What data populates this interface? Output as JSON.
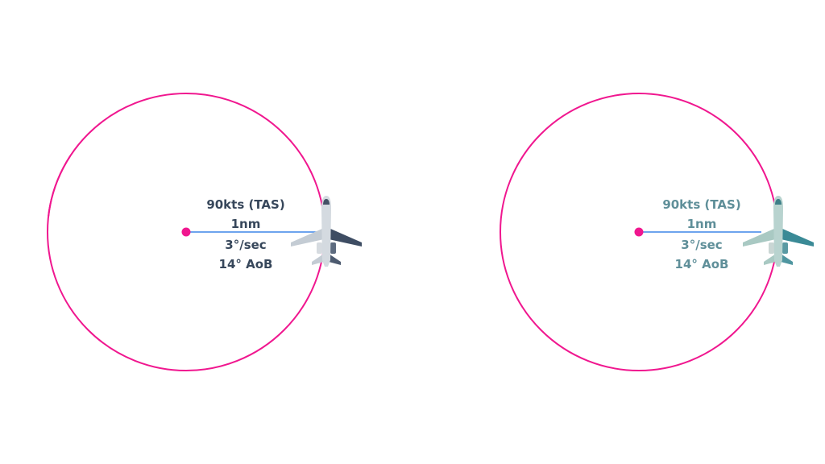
{
  "colors": {
    "circle": "#f0178f",
    "radius_line": "#3d86e8",
    "left_text": "#37475b",
    "right_text": "#5f8f99"
  },
  "panels": [
    {
      "speed": "90kts (TAS)",
      "radius": "1nm",
      "rate": "3°/sec",
      "bank": "14° AoB",
      "plane_icon": "airplane-icon"
    },
    {
      "speed": "90kts (TAS)",
      "radius": "1nm",
      "rate": "3°/sec",
      "bank": "14° AoB",
      "plane_icon": "airplane-icon"
    }
  ]
}
